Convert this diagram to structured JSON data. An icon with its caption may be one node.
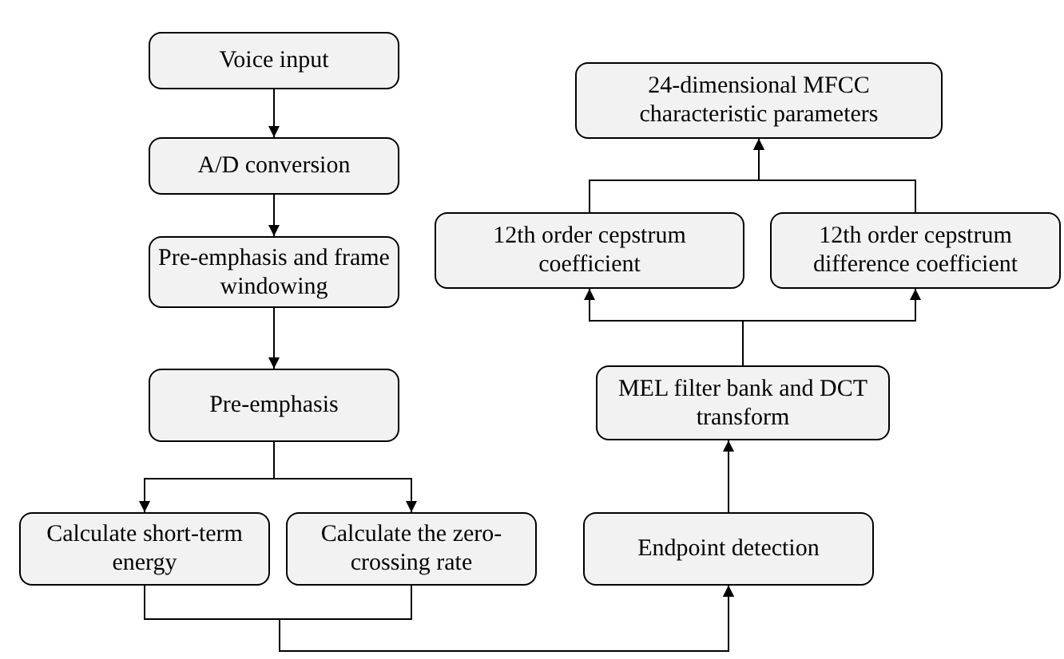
{
  "diagram": {
    "nodes": [
      {
        "text": [
          "Voice input"
        ]
      },
      {
        "text": [
          "A/D conversion"
        ]
      },
      {
        "text": [
          "Pre-emphasis and frame windowing"
        ]
      },
      {
        "text": [
          "Pre-emphasis"
        ]
      },
      {
        "text": [
          "Calculate short-term energy"
        ]
      },
      {
        "text": [
          "Calculate the zero-crossing rate"
        ]
      },
      {
        "text": [
          "24-dimensional MFCC characteristic parameters"
        ]
      },
      {
        "text": [
          "12th order cepstrum coefficient"
        ]
      },
      {
        "text": [
          "12th order cepstrum difference coefficient"
        ]
      },
      {
        "text": [
          "MEL filter bank and DCT transform"
        ]
      },
      {
        "text": [
          "Endpoint detection"
        ]
      }
    ],
    "edges": [
      {
        "from": 0,
        "to": 1,
        "arrow": "to"
      },
      {
        "from": 1,
        "to": 2,
        "arrow": "to"
      },
      {
        "from": 2,
        "to": 3,
        "arrow": "to"
      },
      {
        "from": 3,
        "to": 4,
        "arrow": "to"
      },
      {
        "from": 3,
        "to": 5,
        "arrow": "to"
      },
      {
        "from": 4,
        "to": 10,
        "arrow": "to"
      },
      {
        "from": 5,
        "to": 10,
        "arrow": "to"
      },
      {
        "from": 10,
        "to": 9,
        "arrow": "to"
      },
      {
        "from": 9,
        "to": 7,
        "arrow": "to"
      },
      {
        "from": 9,
        "to": 8,
        "arrow": "to"
      },
      {
        "from": 7,
        "to": 6,
        "arrow": "to"
      },
      {
        "from": 8,
        "to": 6,
        "arrow": "to"
      }
    ]
  }
}
